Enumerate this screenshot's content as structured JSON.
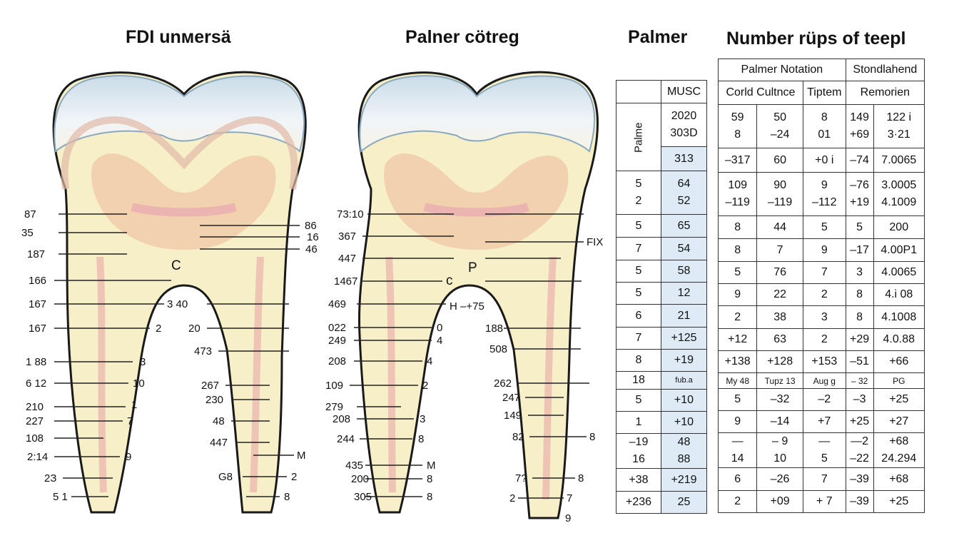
{
  "titles": {
    "fdi": "FDI unмersä",
    "palner": "Palner cötreg",
    "palmer": "Palmer",
    "number": "Number rüps of teepl"
  },
  "tooth1": {
    "crown_label": "C",
    "left": [
      "87",
      "35",
      "187",
      "166",
      "167",
      "167",
      "1 88",
      "6 12",
      "210",
      "227",
      "108",
      "2:14",
      "2З",
      "5 1"
    ],
    "mid_inner": [
      "3 40",
      "2",
      "3",
      "10",
      "1",
      "7",
      "9"
    ],
    "mid_outer": [
      "20",
      "473",
      "267",
      "230",
      "48",
      "447",
      "G8"
    ],
    "right_top": [
      "86",
      "16",
      "46"
    ],
    "right_bottom": [
      "M",
      "2",
      "8"
    ]
  },
  "tooth2": {
    "crown_label_p": "P",
    "crown_label_c": "c",
    "fix": "FIX",
    "h_label": "H –+75",
    "left": [
      "73:10",
      "367",
      "447",
      "1467",
      "469",
      "022",
      "249",
      "208",
      "109",
      "279",
      "208",
      "244",
      "435",
      "200",
      "305"
    ],
    "mid": [
      "0",
      "4",
      "4",
      "2",
      "3",
      "8",
      "M",
      "8",
      "8"
    ],
    "right": [
      "188",
      "508",
      "262",
      "247",
      "149",
      "82",
      "7?",
      "2"
    ],
    "right_end": [
      "8",
      "8",
      "7",
      "9"
    ]
  },
  "table1": {
    "header": "MUSC",
    "side_label": "Palme",
    "rows": [
      [
        "",
        "2020\n303D"
      ],
      [
        "",
        "313"
      ],
      [
        "5\n2",
        "64\n52"
      ],
      [
        "5",
        "65"
      ],
      [
        "7",
        "54"
      ],
      [
        "5",
        "58"
      ],
      [
        "5",
        "12"
      ],
      [
        "6",
        "21"
      ],
      [
        "7",
        "+125"
      ],
      [
        "8",
        "+19"
      ],
      [
        "18",
        "fub.a"
      ],
      [
        "5",
        "+10"
      ],
      [
        "1",
        "+10"
      ],
      [
        "–19\n16",
        "48\n88"
      ],
      [
        "+38",
        "+219"
      ],
      [
        "+236",
        "25"
      ]
    ]
  },
  "table2": {
    "group1": "Palmer Notation",
    "group2": "Stondlahend",
    "cols": [
      "Corld Cultnce",
      "Tiptem",
      "Remorien"
    ],
    "rows": [
      [
        "59\n8",
        "50\n–24",
        "8\n01",
        "149\n+69",
        "122 i\n3·21"
      ],
      [
        "–317",
        "60",
        "+0 i",
        "–74",
        "7.0065"
      ],
      [
        "109\n–119",
        "90\n–119",
        "9\n–112",
        "–76\n+19",
        "3.0005\n4.1009"
      ],
      [
        "8",
        "44",
        "5",
        "5",
        "200"
      ],
      [
        "8",
        "7",
        "9",
        "–17",
        "4.00P1"
      ],
      [
        "5",
        "76",
        "7",
        "3",
        "4.0065"
      ],
      [
        "9",
        "22",
        "2",
        "8",
        "4.i 08"
      ],
      [
        "2",
        "38",
        "3",
        "8",
        "4.1008"
      ],
      [
        "+12",
        "63",
        "2",
        "+29",
        "4.0.88"
      ],
      [
        "+138",
        "+128",
        "+153",
        "–51",
        "+66"
      ],
      [
        "My 48",
        "Tupz 13",
        "Aug g",
        "– 32",
        "PG"
      ],
      [
        "5",
        "–32",
        "–2",
        "–3",
        "+25"
      ],
      [
        "9",
        "–14",
        "+7",
        "+25",
        "+27"
      ],
      [
        "—\n14",
        "– 9\n10",
        "—\n5",
        "—2\n–22",
        "+68\n24.294"
      ],
      [
        "6",
        "–26",
        "7",
        "–39",
        "+68"
      ],
      [
        "2",
        "+09",
        "+ 7",
        "–39",
        "+25"
      ]
    ]
  }
}
